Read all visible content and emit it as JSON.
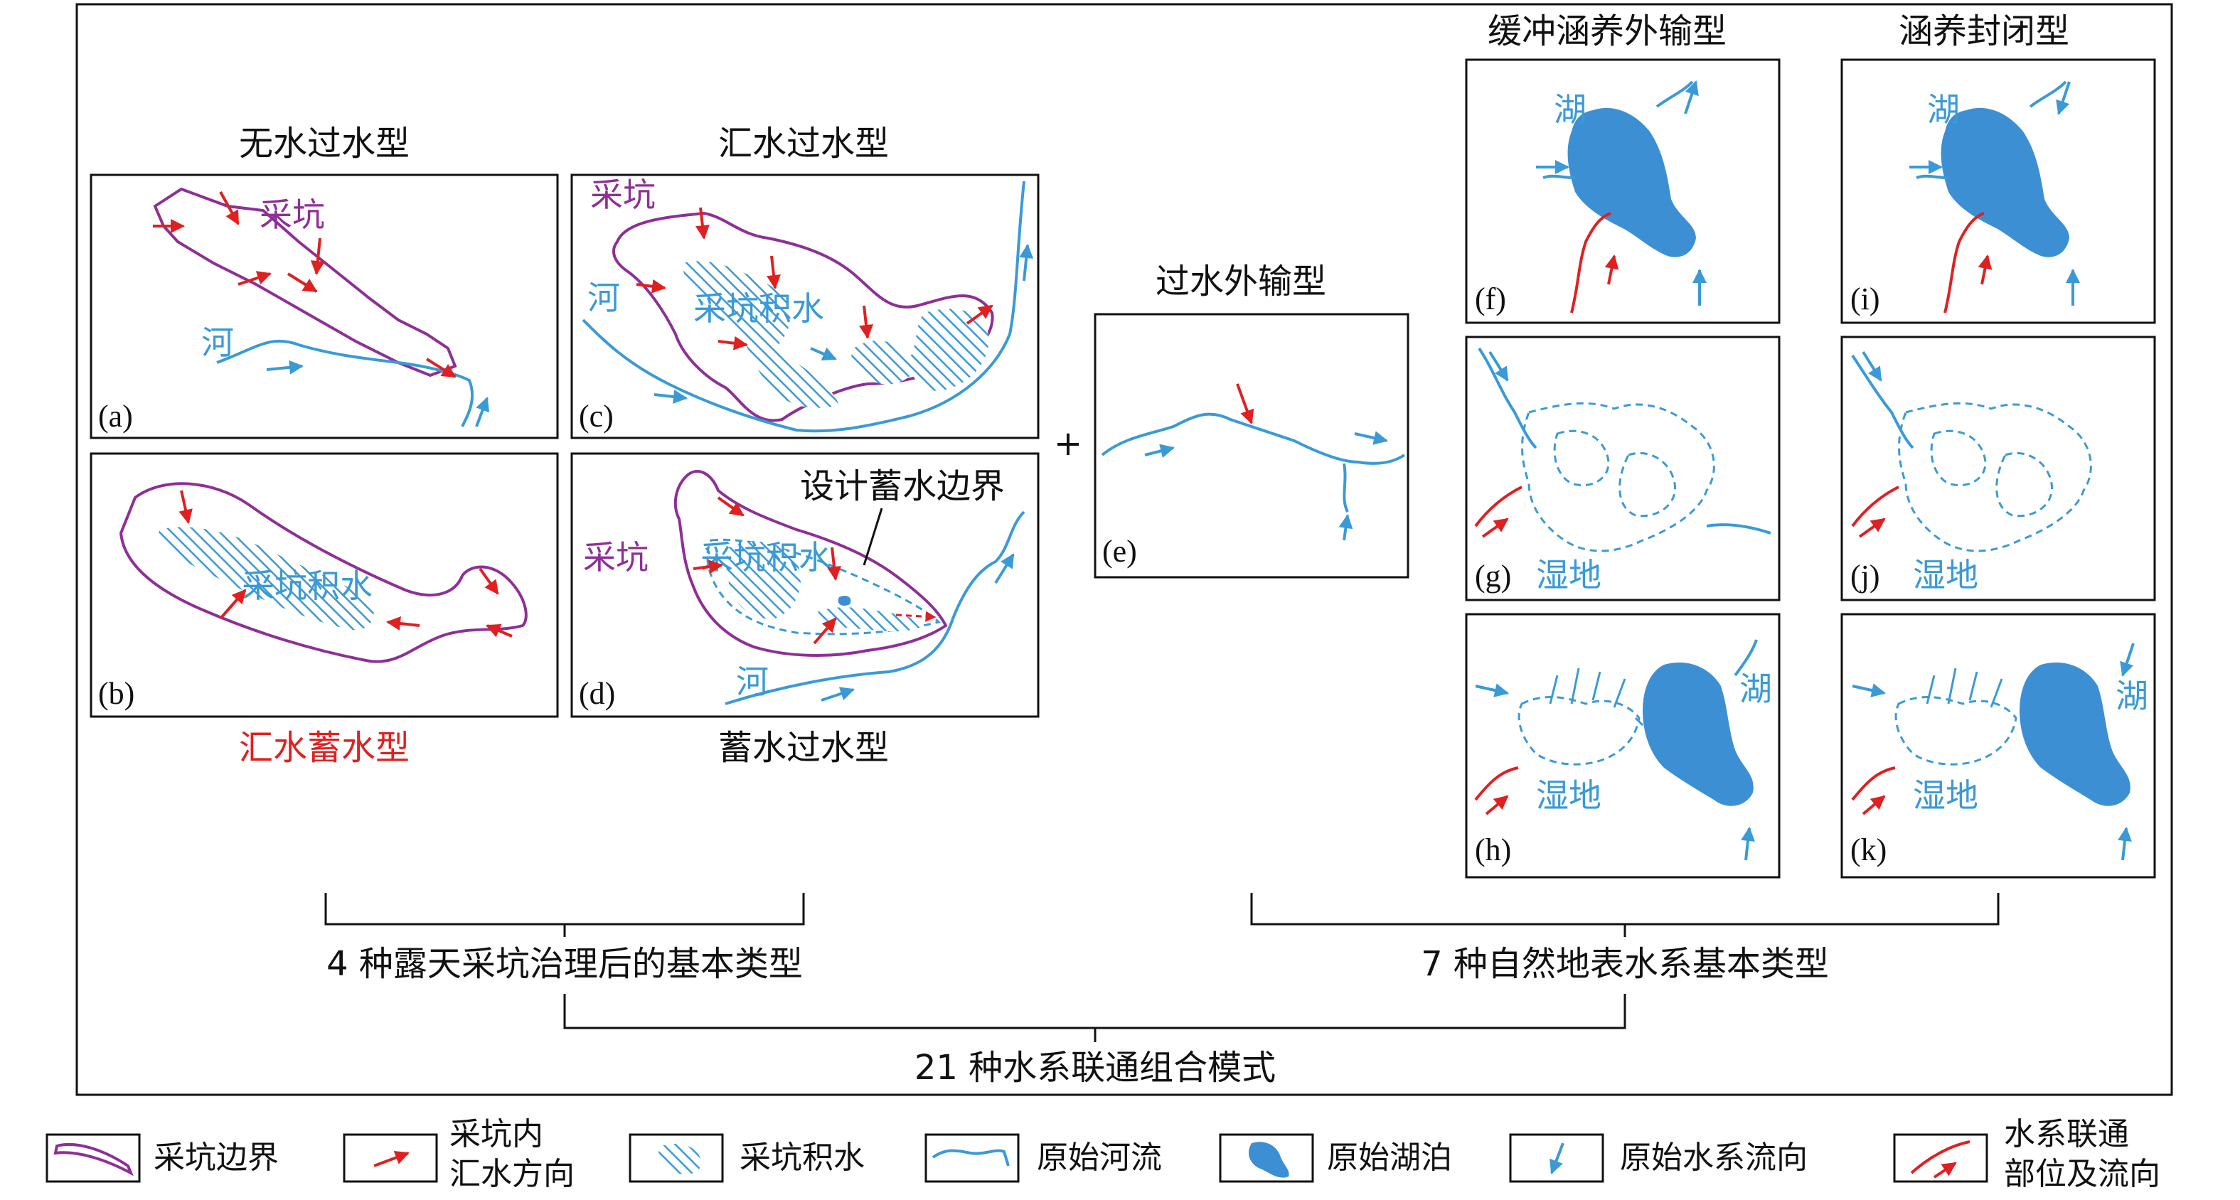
{
  "panels": {
    "a": {
      "title": "无水过水型",
      "letter": "(a)",
      "pit_label": "采坑",
      "river_label": "河"
    },
    "b": {
      "title": "汇水蓄水型",
      "letter": "(b)",
      "water_label": "采坑积水"
    },
    "c": {
      "title": "汇水过水型",
      "letter": "(c)",
      "pit_label": "采坑",
      "river_label": "河",
      "water_label": "采坑积水"
    },
    "d": {
      "title": "蓄水过水型",
      "letter": "(d)",
      "pit_label": "采坑",
      "river_label": "河",
      "water_label": "采坑积水",
      "boundary_label": "设计蓄水边界"
    },
    "e": {
      "title": "过水外输型",
      "letter": "(e)"
    },
    "f": {
      "title": "缓冲涵养外输型",
      "letter": "(f)",
      "lake_label": "湖"
    },
    "g": {
      "letter": "(g)",
      "wetland_label": "湿地"
    },
    "h": {
      "letter": "(h)",
      "lake_label": "湖",
      "wetland_label": "湿地"
    },
    "i": {
      "title": "涵养封闭型",
      "letter": "(i)",
      "lake_label": "湖"
    },
    "j": {
      "letter": "(j)",
      "wetland_label": "湿地"
    },
    "k": {
      "letter": "(k)",
      "lake_label": "湖",
      "wetland_label": "湿地"
    }
  },
  "plus_sign": "+",
  "summary": {
    "left": "4 种露天采坑治理后的基本类型",
    "right": "7 种自然地表水系基本类型",
    "bottom": "21 种水系联通组合模式"
  },
  "legend": [
    {
      "symbol": "pit-boundary",
      "label": "采坑边界"
    },
    {
      "symbol": "pit-flow-arrow",
      "label_line1": "采坑内",
      "label_line2": "汇水方向"
    },
    {
      "symbol": "pit-water",
      "label": "采坑积水"
    },
    {
      "symbol": "river",
      "label": "原始河流"
    },
    {
      "symbol": "lake",
      "label": "原始湖泊"
    },
    {
      "symbol": "flow-arrow",
      "label": "原始水系流向"
    },
    {
      "symbol": "connection",
      "label_line1": "水系联通",
      "label_line2": "部位及流向"
    }
  ],
  "colors": {
    "pit_boundary": "#8e2f96",
    "red_arrow": "#e02020",
    "water_blue": "#3a9ad6",
    "lake_fill": "#3d8fd4"
  }
}
